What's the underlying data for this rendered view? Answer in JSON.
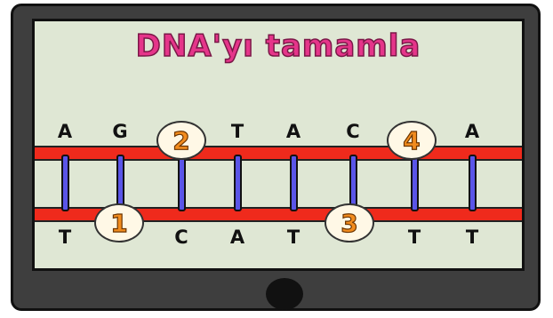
{
  "title": "DNA'yı tamamla",
  "top_strand": [
    "A",
    "G",
    "",
    "T",
    "A",
    "C",
    "",
    "A"
  ],
  "bottom_strand": [
    "T",
    "",
    "C",
    "A",
    "T",
    "",
    "T",
    "T"
  ],
  "slots": [
    "1",
    "2",
    "3",
    "4"
  ],
  "colors": {
    "title": "#e5358a",
    "backbone": "#ef2a1c",
    "rung": "#5a55e8",
    "screen": "#dfe7d4",
    "slot_number": "#f28c1e"
  },
  "icons": [
    "power-button-icon"
  ]
}
